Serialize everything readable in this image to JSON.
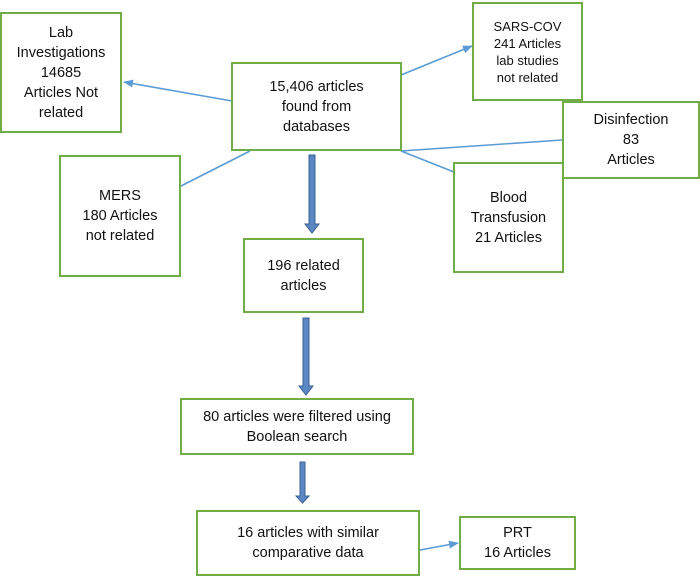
{
  "boxes": {
    "lab": [
      "Lab",
      "Investigations",
      "14685",
      "Articles Not",
      "related"
    ],
    "center": [
      "15,406 articles",
      "found from",
      "databases"
    ],
    "sars": [
      "SARS-COV",
      "241 Articles",
      "lab studies",
      "not related"
    ],
    "disinfection": [
      "Disinfection",
      "83",
      "Articles"
    ],
    "mers": [
      "MERS",
      "180 Articles",
      "not related"
    ],
    "blood": [
      "Blood",
      "Transfusion",
      "21 Articles"
    ],
    "related": [
      "196 related",
      "articles"
    ],
    "filtered": [
      "80 articles were filtered using",
      "Boolean search"
    ],
    "similar": [
      "16 articles with similar",
      "comparative data"
    ],
    "prt": [
      "PRT",
      "16 Articles"
    ]
  },
  "colors": {
    "box_border": "#70ad47",
    "connector": "#5b9bd5",
    "down_arrow_fill": "#5b87c5",
    "down_arrow_stroke": "#3c5f92"
  }
}
